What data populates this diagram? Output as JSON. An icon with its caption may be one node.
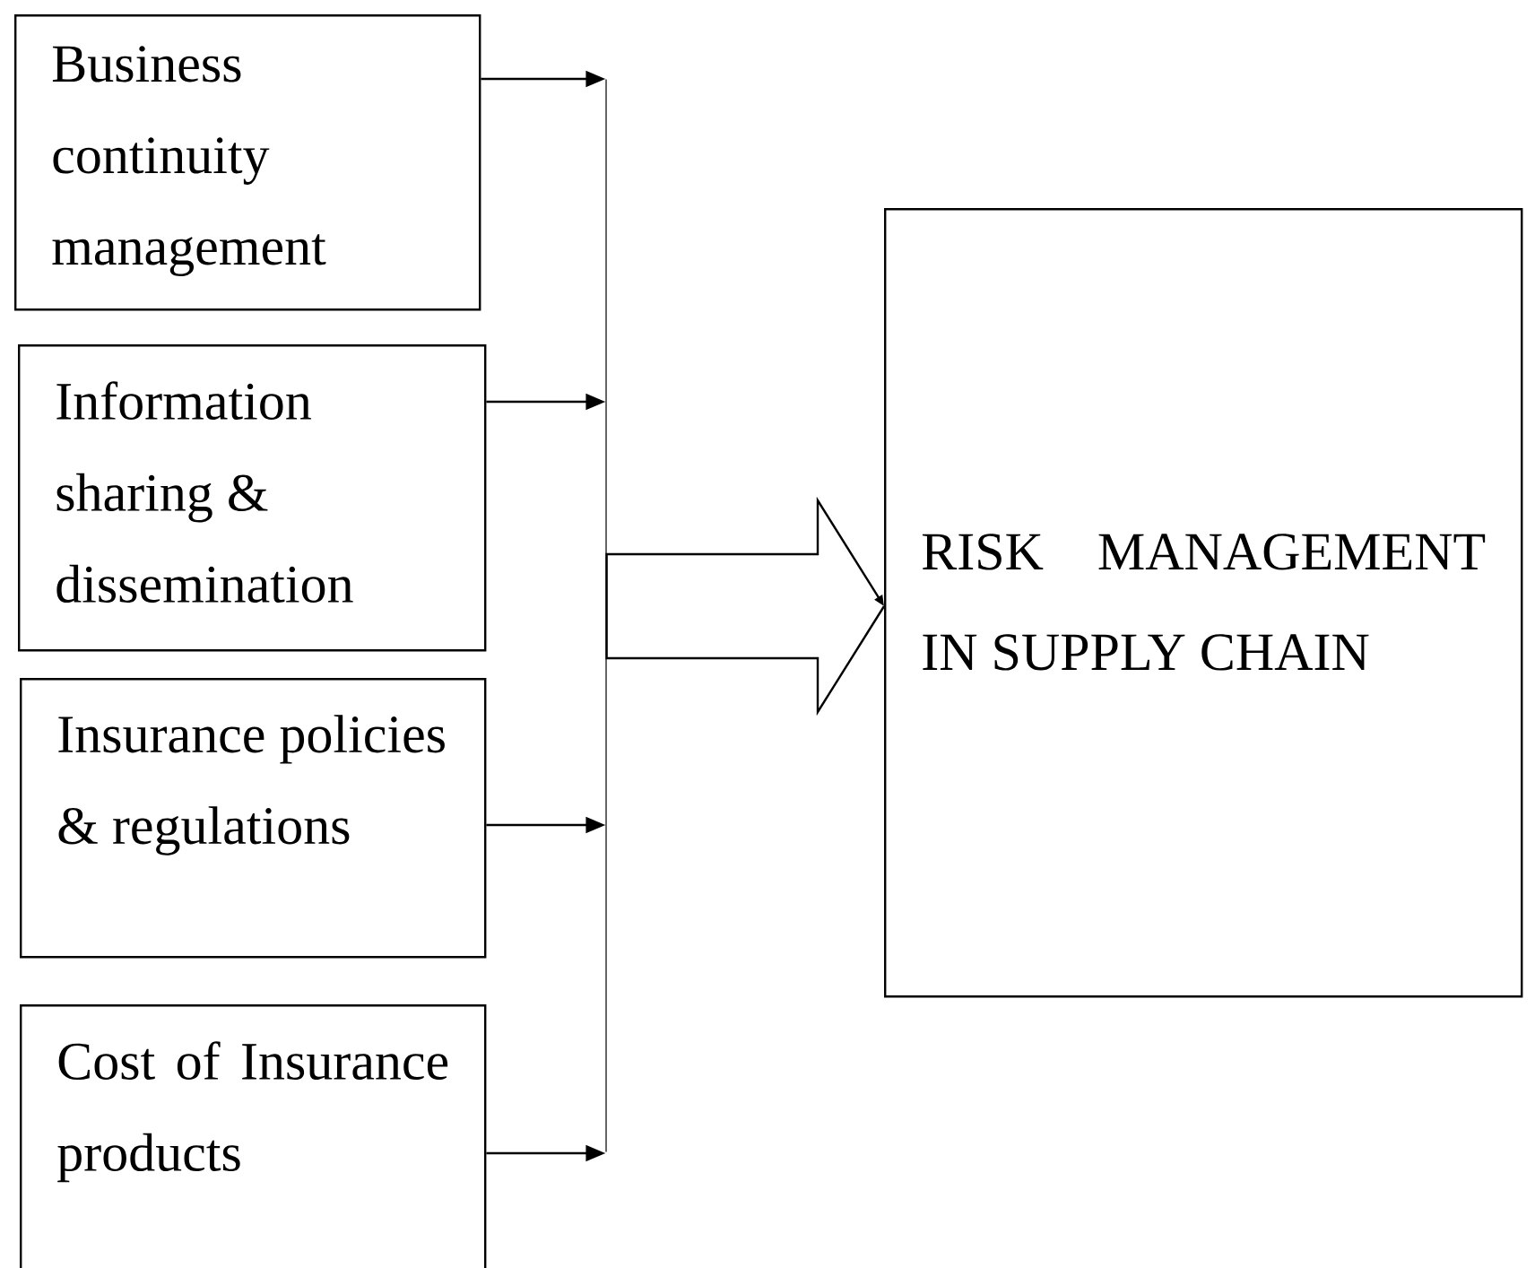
{
  "diagram": {
    "nodes": [
      {
        "text": [
          "Business continuity management"
        ]
      },
      {
        "text": [
          "Information sharing & dissemination"
        ]
      },
      {
        "text": [
          "Insurance policies & regulations"
        ]
      },
      {
        "text": [
          "Cost of Insurance products"
        ]
      },
      {
        "text": [],
        "shape": "bar"
      },
      {
        "text": [
          "RISK MANAGEMENT IN SUPPLY CHAIN"
        ]
      }
    ],
    "edges": [
      {
        "from": 0,
        "to": 4,
        "arrow": "to"
      },
      {
        "from": 1,
        "to": 4,
        "arrow": "to"
      },
      {
        "from": 2,
        "to": 4,
        "arrow": "to"
      },
      {
        "from": 3,
        "to": 4,
        "arrow": "to"
      },
      {
        "from": 4,
        "to": 5,
        "arrow": "to"
      }
    ]
  }
}
